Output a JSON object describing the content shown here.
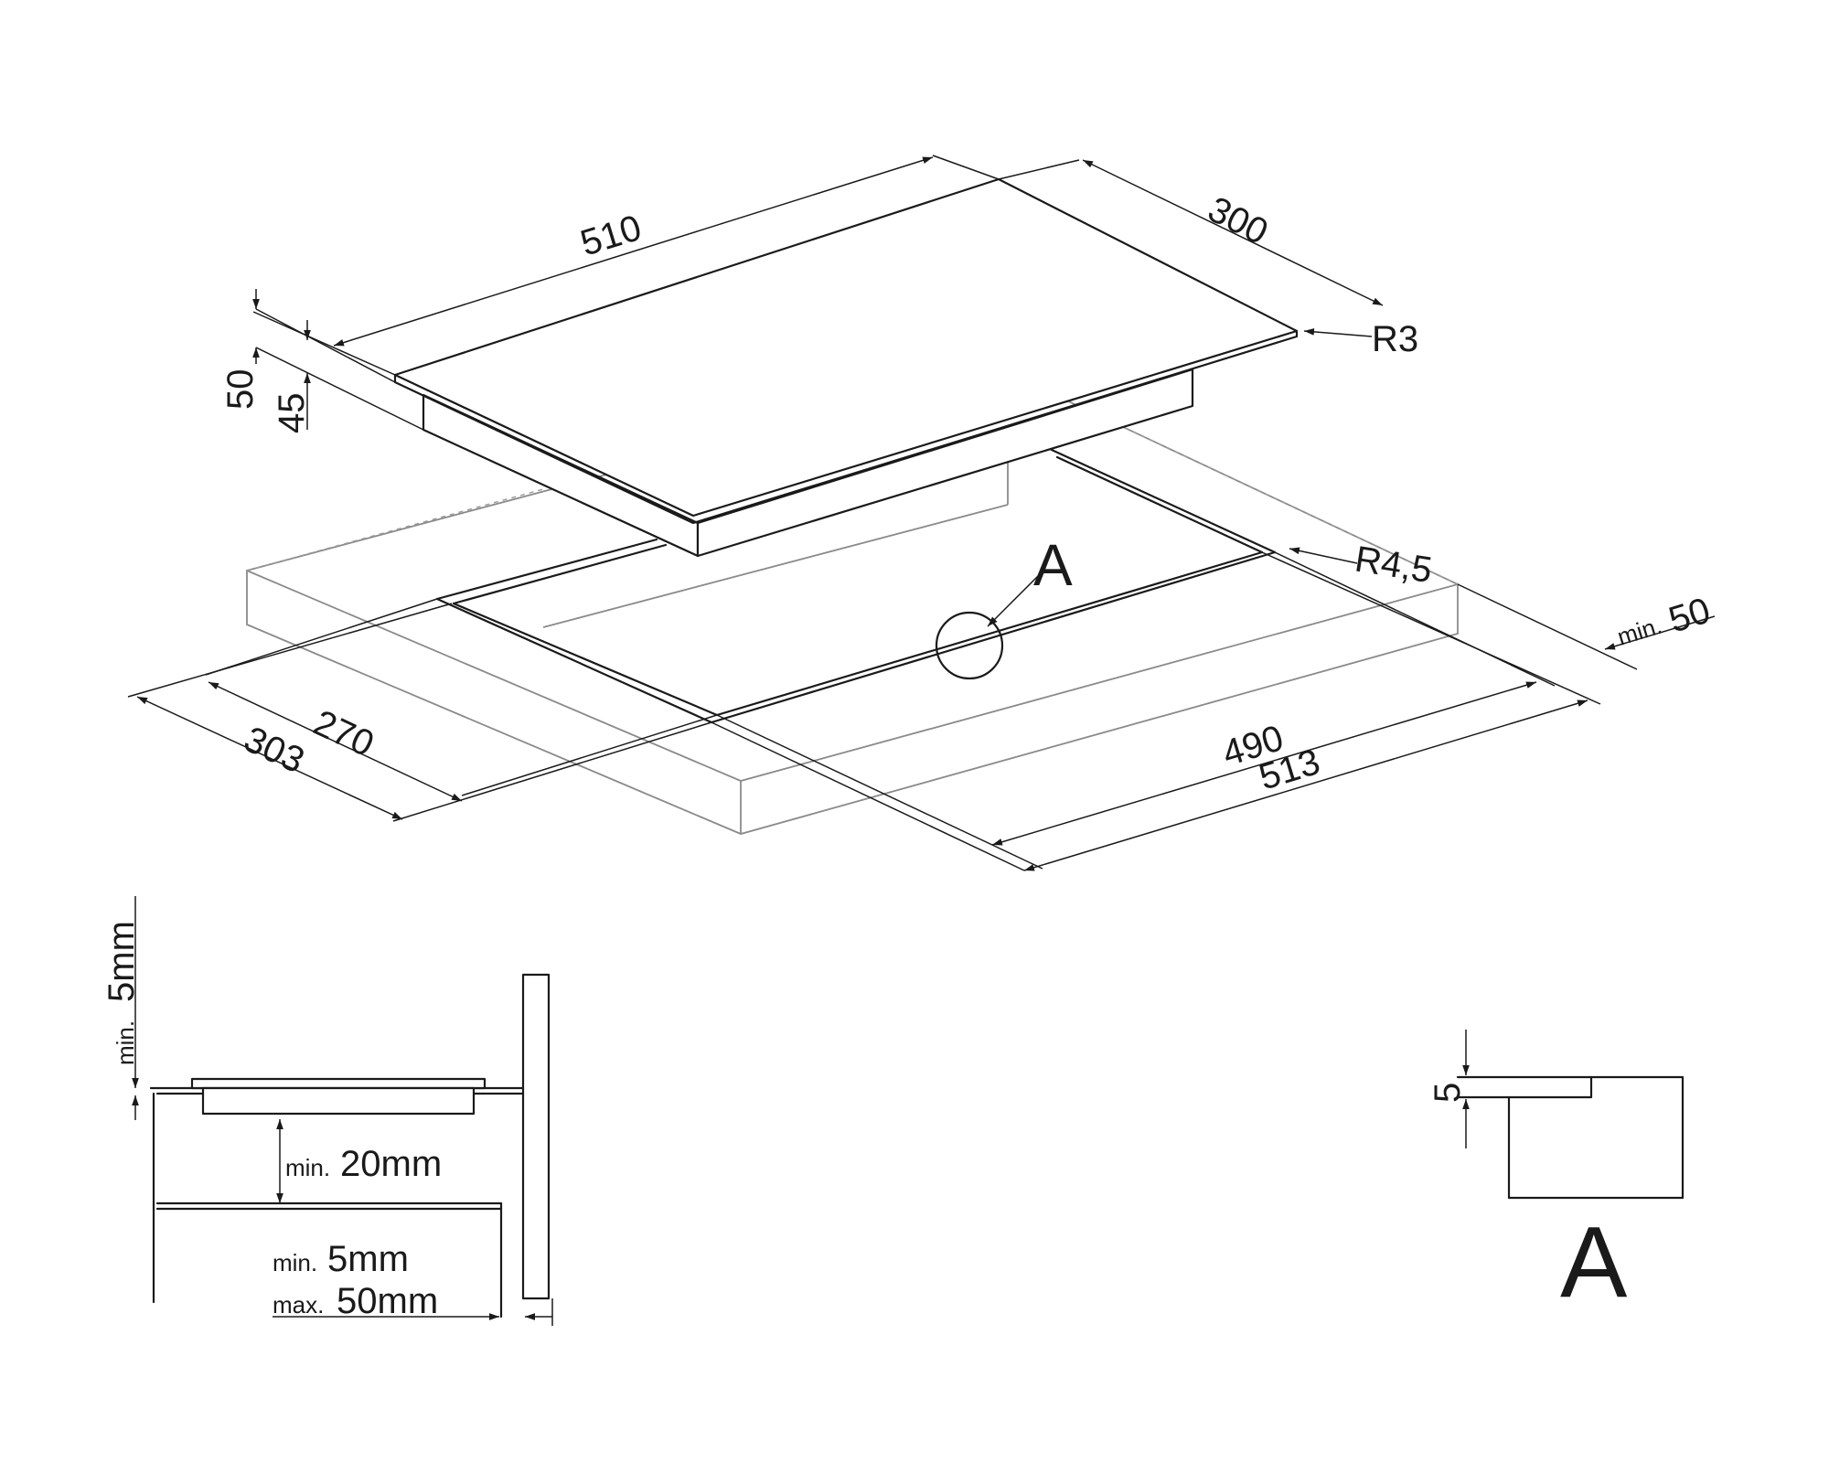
{
  "labels": {
    "width_510": "510",
    "depth_300": "300",
    "radius_r3": "R3",
    "height_50": "50",
    "height_45": "45",
    "cutout_radius": "R4,5",
    "detail_marker": "A",
    "min_prefix": "min.",
    "max_prefix": "max.",
    "clearance_50": "50",
    "cutout_270": "270",
    "cutout_303": "303",
    "cutout_490": "490",
    "cutout_513": "513",
    "gap_5mm": "5mm",
    "gap_20mm": "20mm",
    "wall_min_5mm": "5mm",
    "wall_max_50mm": "50mm",
    "detail_5": "5",
    "detail_title": "A"
  }
}
